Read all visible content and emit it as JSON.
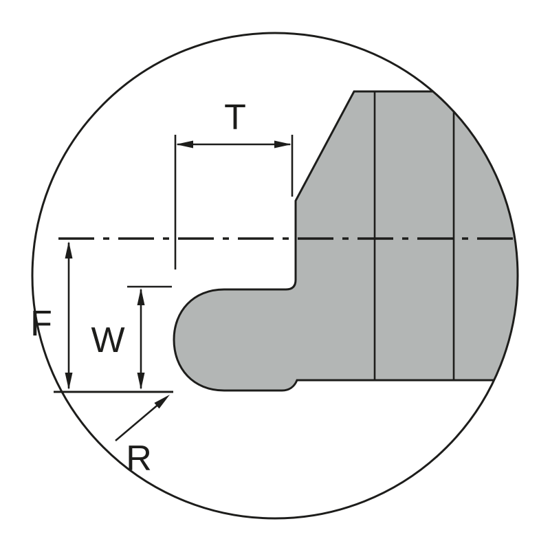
{
  "diagram": {
    "labels": {
      "t": "T",
      "f": "F",
      "w": "W",
      "r": "R"
    },
    "colors": {
      "line": "#1d1d1b",
      "part_fill": "#b3b6b5",
      "background": "#ffffff"
    }
  }
}
